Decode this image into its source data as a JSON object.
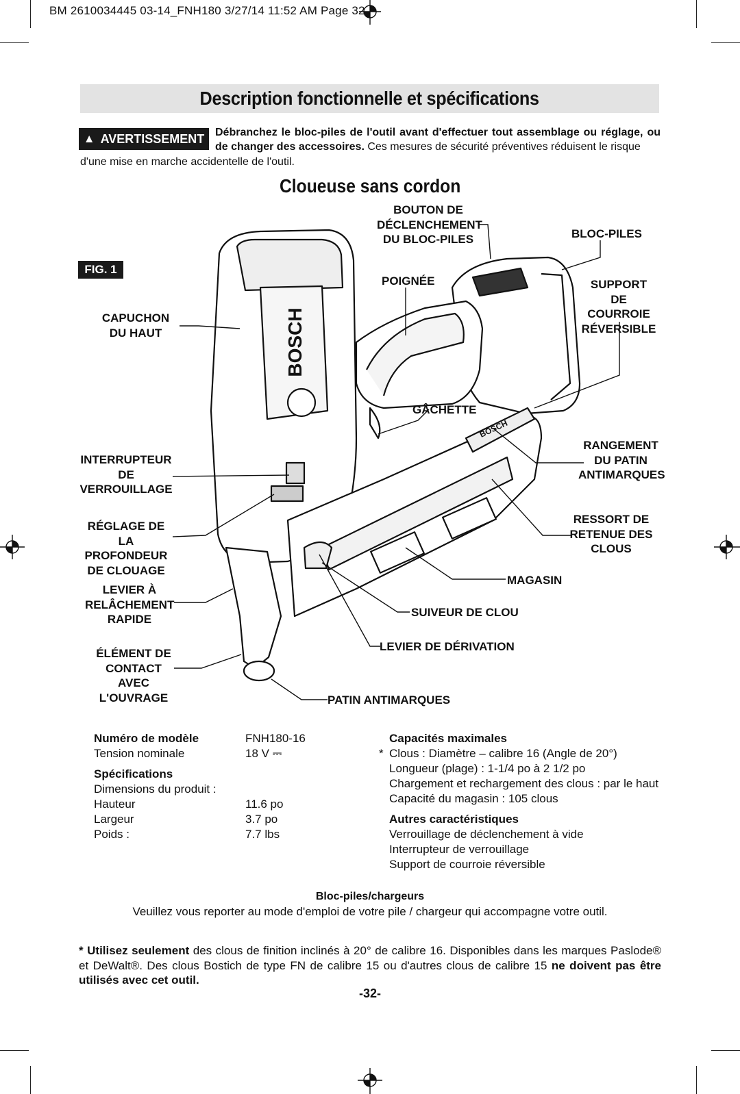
{
  "header": {
    "slug": "BM 2610034445 03-14_FNH180  3/27/14  11:52 AM  Page 32"
  },
  "title": "Description fonctionnelle et spécifications",
  "warning": {
    "badge": "AVERTISSEMENT",
    "bold_text": "Débranchez le bloc-piles de l'outil avant d'effectuer tout assemblage ou réglage, ou de changer des accessoires.",
    "text": " Ces mesures de sécurité préventives réduisent le risque",
    "continuation": "d'une mise en marche accidentelle de l'outil."
  },
  "subtitle": "Cloueuse sans cordon",
  "figure": {
    "label": "FIG. 1",
    "brand_marks": [
      "BOSCH",
      "BOSCH"
    ],
    "callouts": {
      "bouton": [
        "BOUTON DE",
        "DÉCLENCHEMENT",
        "DU BLOC-PILES"
      ],
      "bloc_piles": [
        "BLOC-PILES"
      ],
      "poignee": [
        "POIGNÉE"
      ],
      "support": [
        "SUPPORT DE",
        "COURROIE",
        "RÉVERSIBLE"
      ],
      "capuchon": [
        "CAPUCHON",
        "DU HAUT"
      ],
      "gachette": [
        "GÂCHETTE"
      ],
      "rangement": [
        "RANGEMENT",
        "DU PATIN",
        "ANTIMARQUES"
      ],
      "interrupteur": [
        "INTERRUPTEUR DE",
        "VERROUILLAGE"
      ],
      "reglage": [
        "RÉGLAGE DE",
        "LA PROFONDEUR",
        "DE CLOUAGE"
      ],
      "ressort": [
        "RESSORT DE",
        "RETENUE DES",
        "CLOUS"
      ],
      "magasin": [
        "MAGASIN"
      ],
      "levier_rel": [
        "LEVIER À",
        "RELÂCHEMENT",
        "RAPIDE"
      ],
      "suiveur": [
        "SUIVEUR DE CLOU"
      ],
      "levier_der": [
        "LEVIER DE DÉRIVATION"
      ],
      "element": [
        "ÉLÉMENT DE",
        "CONTACT AVEC",
        "L'OUVRAGE"
      ],
      "patin": [
        "PATIN ANTIMARQUES"
      ]
    }
  },
  "specs": {
    "model_label": "Numéro de modèle",
    "model_value": "FNH180-16",
    "voltage_label": "Tension nominale",
    "voltage_value": "18 V ⎓",
    "specs_heading": "Spécifications",
    "dimensions_label": "Dimensions du produit :",
    "height_label": "Hauteur",
    "height_value": "11.6 po",
    "width_label": "Largeur",
    "width_value": "3.7 po",
    "weight_label": "Poids :",
    "weight_value": "7.7 lbs",
    "cap_heading": "Capacités maximales",
    "cap_star": "*",
    "cap_items": [
      "Clous : Diamètre – calibre 16 (Angle de 20°)",
      "Longueur (plage) : 1-1/4 po à 2 1/2 po",
      "Chargement et rechargement des clous : par le haut",
      "Capacité du magasin : 105 clous"
    ],
    "other_heading": "Autres caractéristiques",
    "other_items": [
      "Verrouillage de déclenchement à vide",
      "Interrupteur de verrouillage",
      "Support de courroie réversible"
    ]
  },
  "battery": {
    "heading": "Bloc-piles/chargeurs",
    "text": "Veuillez vous reporter au mode d'emploi de votre pile / chargeur qui accompagne votre outil."
  },
  "footnote": {
    "star": "* ",
    "bold1": "Utilisez seulement",
    "text": " des clous de finition inclinés à 20° de calibre 16. Disponibles dans les marques Paslode® et DeWalt®. Des clous Bostich de type FN de calibre 15 ou d'autres clous de calibre 15 ",
    "bold2": "ne doivent pas être utilisés avec cet outil."
  },
  "page_number": "-32-"
}
